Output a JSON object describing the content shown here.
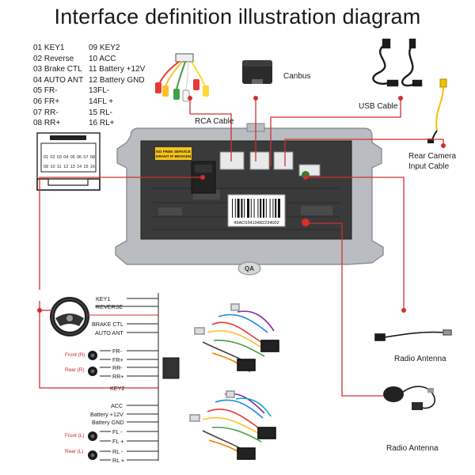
{
  "title": "Interface definition illustration diagram",
  "pins_left": [
    "01 KEY1",
    "02 Reverse",
    "03 Brake CTL",
    "04 AUTO ANT",
    "05 FR-",
    "06 FR+",
    "07 RR-",
    "08 RR+"
  ],
  "pins_right": [
    "09 KEY2",
    "10 ACC",
    "11 Battery +12V",
    "12 Battery GND",
    "13FL-",
    "14FL +",
    "15 RL-",
    "16 RL+"
  ],
  "connector": {
    "top_row": [
      "01",
      "02",
      "03",
      "04",
      "05",
      "06",
      "07",
      "08"
    ],
    "bottom_row": [
      "09",
      "10",
      "11",
      "12",
      "13",
      "14",
      "15",
      "16"
    ]
  },
  "labels": {
    "rca": "RCA Cable",
    "canbus": "Canbus",
    "usb": "USB Cable",
    "camera_line1": "Rear Camera",
    "camera_line2": "Input Cable",
    "radio1": "Radio Antenna",
    "radio2": "Radio Antenna"
  },
  "unit": {
    "sticker_line1": "NO FREE SERVICE",
    "sticker_line2": "GRANT IF BROKEN",
    "serial": "49AC53410482234002",
    "qa": "QA"
  },
  "wiring_labels": [
    "KEY1",
    "REVERSE",
    "BRAKE CTL",
    "AUTO ANT",
    "FR-",
    "FR+",
    "RR-",
    "RR+",
    "KEY2",
    "ACC",
    "Battery +12V",
    "Battery GND",
    "FL -",
    "FL +",
    "RL -",
    "RL +"
  ],
  "speaker_labels": {
    "front_r": "Front (R)",
    "rear_r": "Rear (R)",
    "front_l": "Front (L)",
    "rear_l": "Rear (L)"
  },
  "colors": {
    "red_line": "#d32f2f",
    "sticker": "#f5c518",
    "unit_body": "#b9bdc1",
    "back_panel": "#3a3a3a"
  }
}
